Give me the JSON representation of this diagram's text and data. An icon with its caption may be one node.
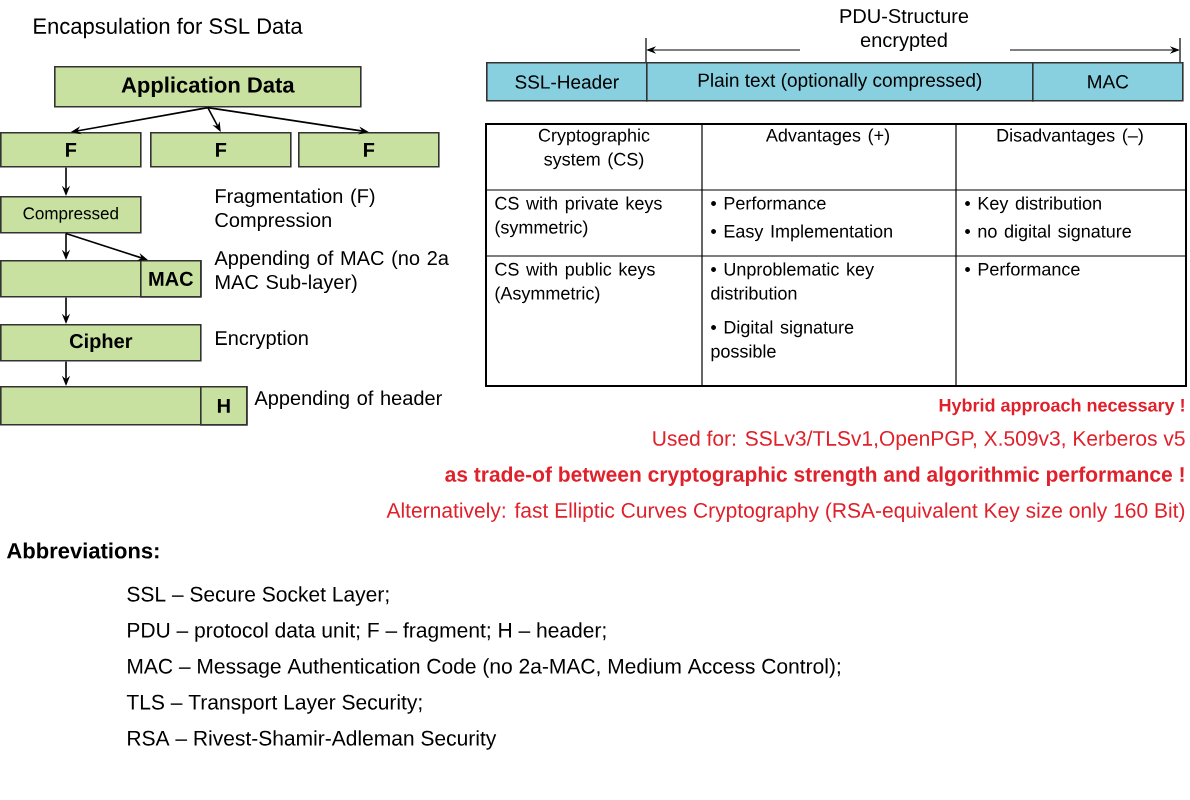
{
  "diagram": {
    "title": "Encapsulation for SSL Data",
    "nodes": [
      {
        "text": [
          "Application Data"
        ]
      },
      {
        "text": [
          "F"
        ]
      },
      {
        "text": [
          "F"
        ]
      },
      {
        "text": [
          "F"
        ]
      },
      {
        "text": [
          "Compressed"
        ]
      },
      {
        "text": [],
        "shape": "bar"
      },
      {
        "text": [
          "MAC"
        ],
        "in": 5
      },
      {
        "text": [
          "Cipher"
        ]
      },
      {
        "text": [],
        "shape": "bar"
      },
      {
        "text": [
          "H"
        ],
        "in": 8
      },
      {
        "text": [
          "SSL-Header"
        ]
      },
      {
        "text": [
          "Plain text (optionally compressed)"
        ]
      },
      {
        "text": [
          "MAC"
        ]
      }
    ],
    "edges": [
      {
        "from": 0,
        "to": 1,
        "arrow": "to"
      },
      {
        "from": 0,
        "to": 2,
        "arrow": "to"
      },
      {
        "from": 0,
        "to": 3,
        "arrow": "to"
      },
      {
        "from": 1,
        "to": 4,
        "arrow": "to"
      },
      {
        "from": 4,
        "to": 5,
        "arrow": "to"
      },
      {
        "from": 4,
        "to": 6,
        "arrow": "to"
      },
      {
        "from": 5,
        "to": 7,
        "arrow": "to"
      },
      {
        "from": 7,
        "to": 8,
        "arrow": "to"
      }
    ],
    "labels": [
      "PDU-Structure encrypted",
      "Cryptographic system (CS)",
      "Advantages (+)",
      "Disadvantages (–)",
      "CS with private keys (symmetric)",
      "• Performance",
      "• Easy Implementation",
      "• Key distribution",
      "• no digital signature",
      "CS with public keys (Asymmetric)",
      "• Unproblematic key distribution",
      "• Digital signature possible",
      "• Performance",
      "Fragmentation (F) Compression",
      "Appending of MAC (no 2a MAC Sub-layer)",
      "Encryption",
      "Appending of header",
      "Hybrid approach necessary !",
      "Used for: SSLv3/TLSv1,OpenPGP, X.509v3, Kerberos v5",
      "as trade-of between cryptographic strength and algorithmic performance !",
      "Alternatively: fast Elliptic Curves Cryptography (RSA-equivalent Key size only 160 Bit)",
      "Abbreviations:",
      "SSL – Secure Socket Layer;",
      "PDU – protocol data unit; F – fragment; H – header;",
      "MAC – Message Authentication Code (no 2a-MAC, Medium Access Control);",
      "TLS – Transport Layer Security;",
      "RSA – Rivest-Shamir-Adleman Security"
    ]
  }
}
